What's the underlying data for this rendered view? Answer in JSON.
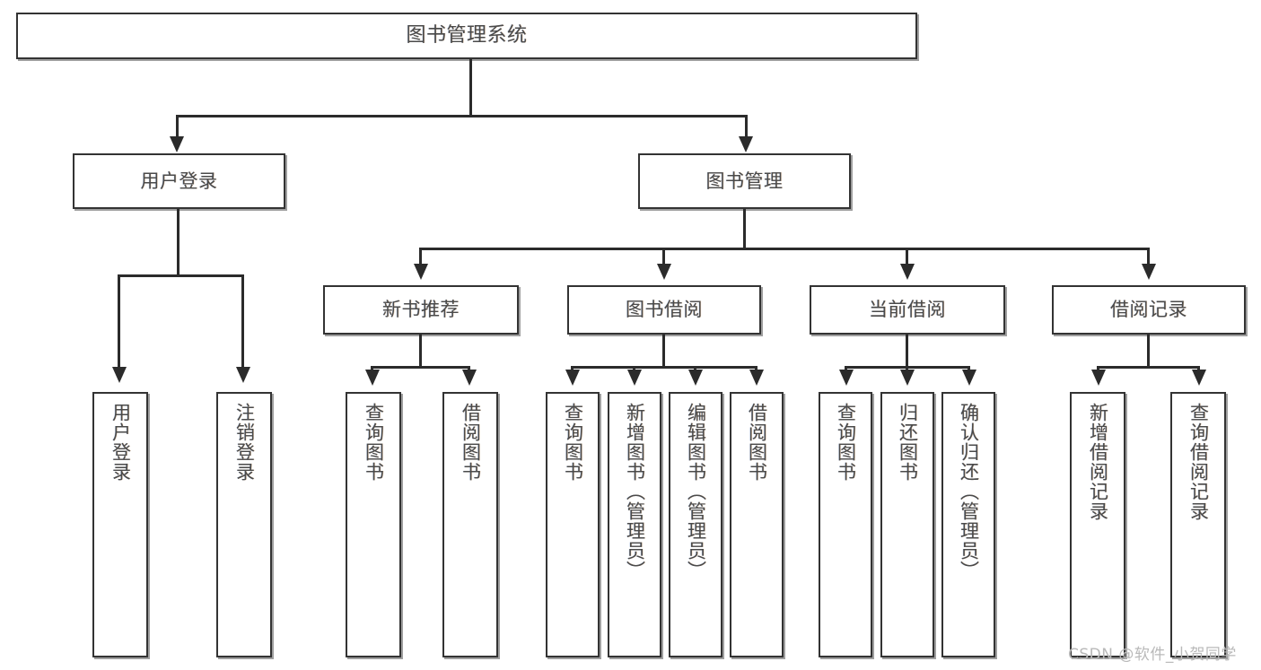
{
  "diagram": {
    "title": "图书管理系统",
    "type": "hierarchy-tree",
    "root": {
      "id": "root",
      "label": "图书管理系统"
    },
    "level2": [
      {
        "id": "user-login",
        "label": "用户登录"
      },
      {
        "id": "book-manage",
        "label": "图书管理"
      }
    ],
    "level3": [
      {
        "id": "new-book-rec",
        "label": "新书推荐"
      },
      {
        "id": "book-borrow",
        "label": "图书借阅"
      },
      {
        "id": "current-borrow",
        "label": "当前借阅"
      },
      {
        "id": "borrow-record",
        "label": "借阅记录"
      }
    ],
    "leaves": {
      "user_login": [
        {
          "id": "leaf-user-login",
          "label": "用户登录"
        },
        {
          "id": "leaf-logout",
          "label": "注销登录"
        }
      ],
      "new_book_rec": [
        {
          "id": "leaf-query-book-1",
          "label": "查询图书"
        },
        {
          "id": "leaf-borrow-book-1",
          "label": "借阅图书"
        }
      ],
      "book_borrow": [
        {
          "id": "leaf-query-book-2",
          "label": "查询图书"
        },
        {
          "id": "leaf-add-book",
          "label": "新增图书（管理员）"
        },
        {
          "id": "leaf-edit-book",
          "label": "编辑图书（管理员）"
        },
        {
          "id": "leaf-borrow-book-2",
          "label": "借阅图书"
        }
      ],
      "current_borrow": [
        {
          "id": "leaf-query-book-3",
          "label": "查询图书"
        },
        {
          "id": "leaf-return-book",
          "label": "归还图书"
        },
        {
          "id": "leaf-confirm-return",
          "label": "确认归还（管理员）"
        }
      ],
      "borrow_record": [
        {
          "id": "leaf-add-record",
          "label": "新增借阅记录"
        },
        {
          "id": "leaf-query-record",
          "label": "查询借阅记录"
        }
      ]
    }
  },
  "watermark": {
    "text": "CSDN @软件_小贺同学"
  },
  "colors": {
    "box_border": "#333333",
    "text": "#4a4a4a",
    "connector": "#2b2b2b",
    "background": "#ffffff",
    "watermark": "#b9b9b9"
  }
}
